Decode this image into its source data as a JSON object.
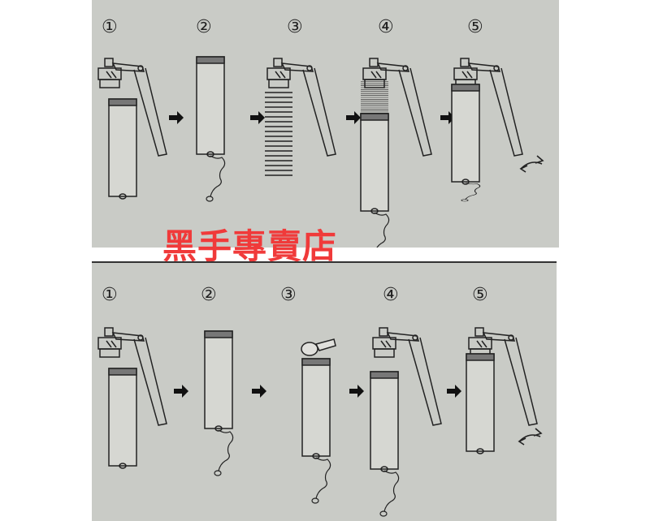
{
  "top_steps": [
    "①",
    "②",
    "③",
    "④",
    "⑤"
  ],
  "bottom_steps": [
    "①",
    "②",
    "③",
    "④",
    "⑤"
  ],
  "watermark": "黑手專賣店",
  "colors": {
    "background": "#c9cbc6",
    "line": "#222222",
    "watermark": "#f03a3a"
  }
}
